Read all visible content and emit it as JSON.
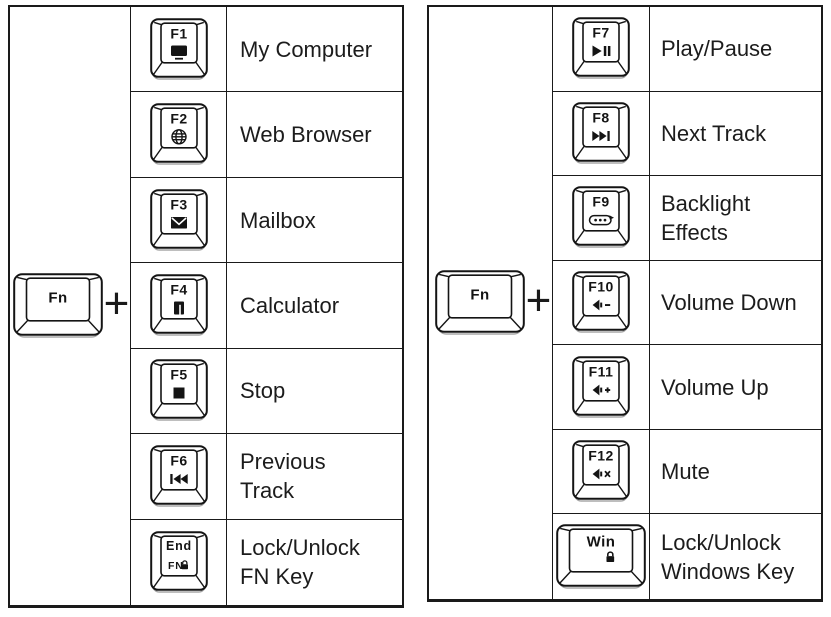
{
  "colors": {
    "ink": "#141414",
    "table_border": "#1a1a1a",
    "cap_shadow": "#a8a8a8",
    "background": "#ffffff"
  },
  "tables": [
    {
      "name": "left",
      "modifier": {
        "key_label": "Fn",
        "plus_label": "+"
      },
      "rows": [
        {
          "key": "F1",
          "icon": "my-computer-icon",
          "label": "My Computer"
        },
        {
          "key": "F2",
          "icon": "web-browser-icon",
          "label": "Web Browser"
        },
        {
          "key": "F3",
          "icon": "mailbox-icon",
          "label": "Mailbox"
        },
        {
          "key": "F4",
          "icon": "calculator-icon",
          "label": "Calculator"
        },
        {
          "key": "F5",
          "icon": "stop-icon",
          "label": "Stop"
        },
        {
          "key": "F6",
          "icon": "previous-track-icon",
          "label": "Previous Track"
        },
        {
          "key": "End",
          "key2": "FN",
          "icon": "fn-lock-icon",
          "label": "Lock/Unlock FN Key"
        }
      ]
    },
    {
      "name": "right",
      "modifier": {
        "key_label": "Fn",
        "plus_label": "+"
      },
      "rows": [
        {
          "key": "F7",
          "icon": "play-pause-icon",
          "label": "Play/Pause"
        },
        {
          "key": "F8",
          "icon": "next-track-icon",
          "label": "Next Track"
        },
        {
          "key": "F9",
          "icon": "backlight-effects-icon",
          "label": "Backlight Effects"
        },
        {
          "key": "F10",
          "icon": "volume-down-icon",
          "label": "Volume Down"
        },
        {
          "key": "F11",
          "icon": "volume-up-icon",
          "label": "Volume Up"
        },
        {
          "key": "F12",
          "icon": "mute-icon",
          "label": "Mute"
        },
        {
          "key": "Win",
          "icon": "win-lock-icon",
          "label": "Lock/Unlock Windows Key",
          "wide": true
        }
      ]
    }
  ]
}
